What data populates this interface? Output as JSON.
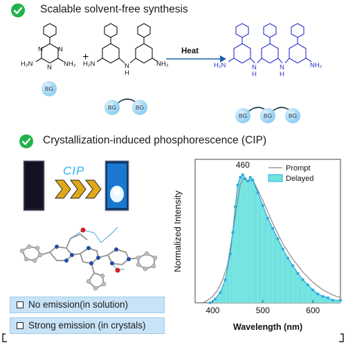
{
  "section1": {
    "title": "Scalable solvent-free synthesis"
  },
  "section2": {
    "title": "Crystallization-induced phosphorescence (CIP)"
  },
  "reaction": {
    "plus": "+",
    "arrow_label": "Heat"
  },
  "atoms": {
    "N": "N",
    "H2N": "H₂N",
    "NH2": "NH₂",
    "H": "H"
  },
  "bg_label": "BG",
  "cip_label": "CIP",
  "emission": {
    "solution": "No emission(in solution)",
    "crystals": "Strong emission (in crystals)"
  },
  "chart_data": {
    "type": "line",
    "xlabel": "Wavelength (nm)",
    "ylabel": "Normalized Intensity",
    "xlim": [
      365,
      655
    ],
    "ylim": [
      0,
      1.12
    ],
    "xticks": [
      400,
      500,
      600
    ],
    "peak_label": "460",
    "legend_position": "top-right",
    "series": [
      {
        "name": "Prompt",
        "color": "#888888",
        "x": [
          380,
          390,
          400,
          410,
          420,
          430,
          440,
          450,
          455,
          460,
          470,
          480,
          500,
          520,
          540,
          560,
          580,
          600,
          620,
          640,
          655
        ],
        "values": [
          0.0,
          0.02,
          0.05,
          0.1,
          0.18,
          0.3,
          0.55,
          0.8,
          0.92,
          0.97,
          0.95,
          0.96,
          0.8,
          0.62,
          0.46,
          0.34,
          0.24,
          0.16,
          0.1,
          0.06,
          0.04
        ]
      },
      {
        "name": "Delayed",
        "color": "#2aa8e0",
        "fill": "#6fe3e0",
        "x": [
          395,
          405,
          415,
          425,
          435,
          440,
          445,
          450,
          455,
          460,
          465,
          470,
          475,
          480,
          490,
          500,
          510,
          520,
          530,
          540,
          550,
          560,
          570,
          580,
          590,
          600,
          610,
          620,
          630,
          640,
          655
        ],
        "values": [
          0.0,
          0.03,
          0.08,
          0.18,
          0.38,
          0.55,
          0.75,
          0.92,
          0.98,
          1.0,
          0.97,
          0.95,
          0.98,
          0.96,
          0.86,
          0.76,
          0.66,
          0.58,
          0.5,
          0.42,
          0.35,
          0.29,
          0.23,
          0.18,
          0.14,
          0.1,
          0.07,
          0.05,
          0.04,
          0.02,
          0.02
        ]
      }
    ]
  }
}
